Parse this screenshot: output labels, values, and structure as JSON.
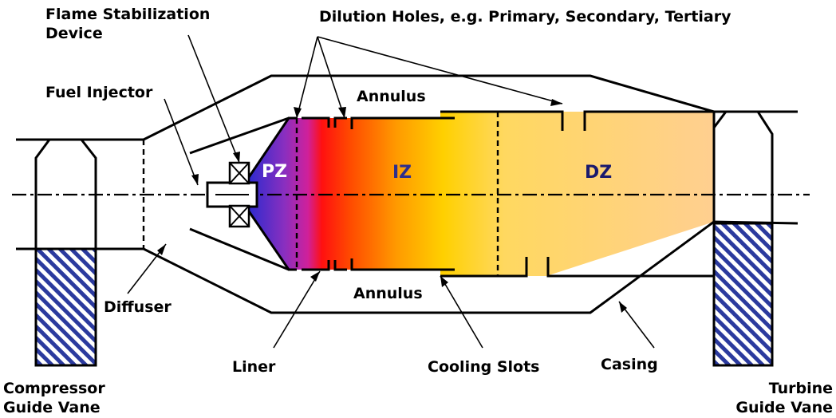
{
  "labels": {
    "flame_stabilization_line1": "Flame Stabilization",
    "flame_stabilization_line2": "Device",
    "dilution_holes": "Dilution Holes, e.g. Primary, Secondary, Tertiary",
    "fuel_injector": "Fuel Injector",
    "annulus_top": "Annulus",
    "annulus_bottom": "Annulus",
    "diffuser": "Diffuser",
    "liner": "Liner",
    "cooling_slots": "Cooling Slots",
    "casing": "Casing",
    "compressor_line1": "Compressor",
    "compressor_line2": "Guide Vane",
    "turbine_line1": "Turbine",
    "turbine_line2": "Guide Vane"
  },
  "zones": {
    "pz": "PZ",
    "iz": "IZ",
    "dz": "DZ"
  },
  "colors": {
    "pz_text": "#ffffff",
    "iz_text": "#2e2e8c",
    "dz_text": "#1a1a6e",
    "vane_hatch": "#2b3a9e",
    "gradient_stops": [
      "#2a2acf",
      "#8a2fbf",
      "#d0209a",
      "#ff1010",
      "#ff4a00",
      "#ff9a00",
      "#ffd000",
      "#ffd860",
      "#ffcf90"
    ]
  }
}
